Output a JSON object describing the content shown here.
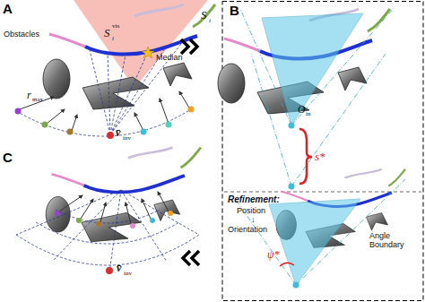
{
  "diagram": {
    "labels": [
      "A",
      "B",
      "C",
      "Obstacles",
      "S",
      "i",
      "vis",
      "S",
      "i",
      "Median",
      "r",
      "max",
      "v̄",
      "inv",
      "O",
      "in",
      "s*",
      "Refinement:",
      "Position",
      "↓",
      "Orientation",
      "ψ*",
      "Angle Boundary",
      "v̄",
      "inv"
    ]
  }
}
